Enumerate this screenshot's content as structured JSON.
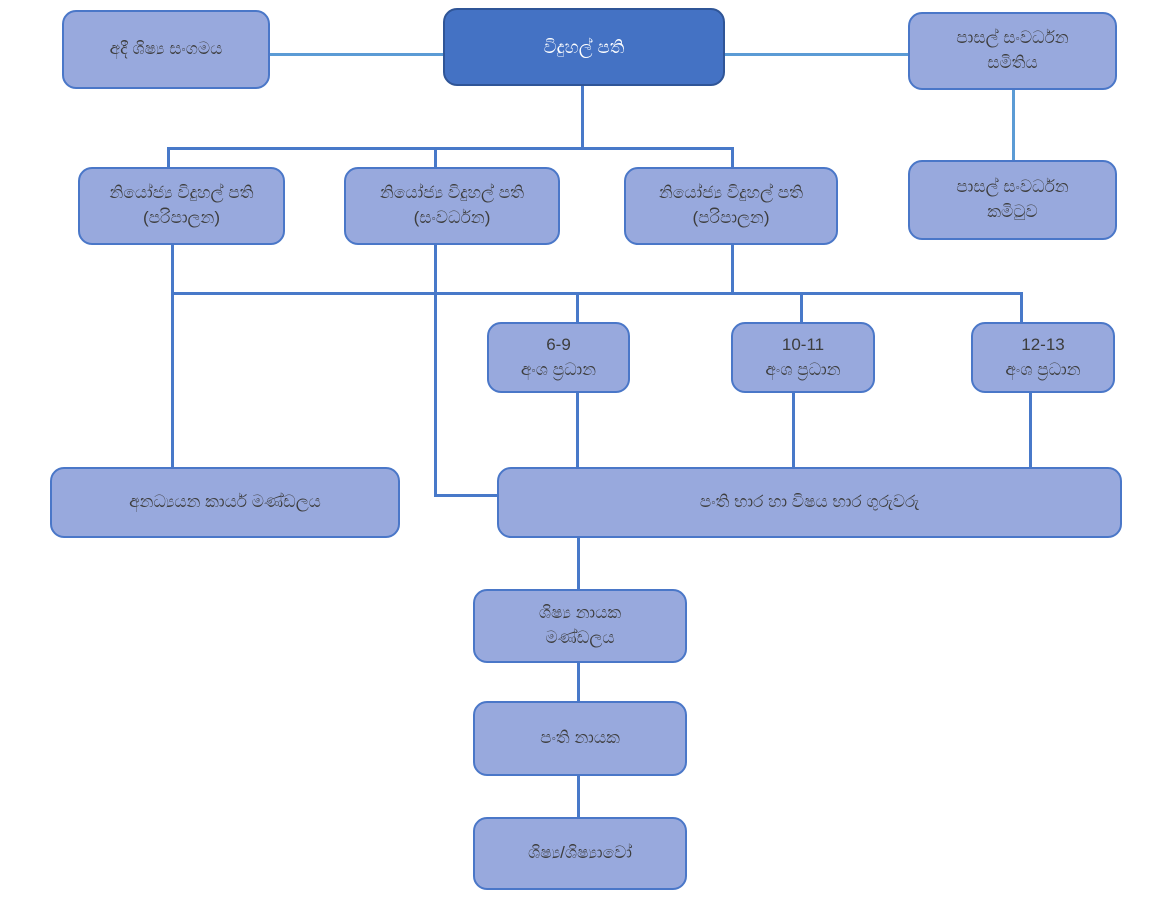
{
  "diagram": {
    "type": "org-chart",
    "language": "Sinhala",
    "colors": {
      "root_fill": "#4472C4",
      "root_border": "#2F5597",
      "node_fill": "#98A9DD",
      "node_border": "#4A77C8",
      "connector": "#4879C9",
      "connector_light": "#5B9BD5",
      "text_dark": "#3D3D3D",
      "text_light": "#FFFFFF",
      "background": "#FFFFFF"
    },
    "nodes": {
      "principal": {
        "line1": "විදුහල් පති"
      },
      "alumni_association": {
        "line1": "අදී ශිෂ්‍ය සංගමය"
      },
      "school_dev_society": {
        "line1": "පාසල් සංවර්ධන",
        "line2": "සමිතිය"
      },
      "school_dev_committee": {
        "line1": "පාසල් සංවර්ධන",
        "line2": "කමිටුව"
      },
      "deputy_principal_admin_1": {
        "line1": "නියෝජ්‍ය විදුහල් පති",
        "line2": "(පරිපාලන)"
      },
      "deputy_principal_development": {
        "line1": "නියෝජ්‍ය විදුහල් පති",
        "line2": "(සංවර්ධන)"
      },
      "deputy_principal_admin_2": {
        "line1": "නියෝජ්‍ය විදුහල් පති",
        "line2": "(පරිපාලන)"
      },
      "section_head_6_9": {
        "line1": "6-9",
        "line2": "අංශ ප්‍රධාන"
      },
      "section_head_10_11": {
        "line1": "10-11",
        "line2": "අංශ ප්‍රධාන"
      },
      "section_head_12_13": {
        "line1": "12-13",
        "line2": "අංශ ප්‍රධාන"
      },
      "non_academic_staff": {
        "line1": "අනධ්‍යයන කාර්ය මණ්ඩලය"
      },
      "class_and_subject_teachers": {
        "line1": "පංති භාර හා විෂය භාර ගුරුවරු"
      },
      "prefect_board": {
        "line1": "ශිෂ්‍ය නායක",
        "line2": "මණ්ඩලය"
      },
      "class_monitors": {
        "line1": "පංති නායක"
      },
      "students": {
        "line1": "ශිෂ්‍ය/ශිෂ්‍යාවෝ"
      }
    },
    "edges": [
      {
        "from": "principal",
        "to": "alumni_association"
      },
      {
        "from": "principal",
        "to": "school_dev_society"
      },
      {
        "from": "school_dev_society",
        "to": "school_dev_committee"
      },
      {
        "from": "principal",
        "to": "deputy_principal_admin_1"
      },
      {
        "from": "principal",
        "to": "deputy_principal_development"
      },
      {
        "from": "principal",
        "to": "deputy_principal_admin_2"
      },
      {
        "from": "deputy_principal_admin_1",
        "to": "non_academic_staff"
      },
      {
        "from": "deputy_principal_development",
        "to": "class_and_subject_teachers"
      },
      {
        "from": "deputy_principal_admin_2",
        "to": "section_head_6_9"
      },
      {
        "from": "deputy_principal_admin_2",
        "to": "section_head_10_11"
      },
      {
        "from": "deputy_principal_admin_2",
        "to": "section_head_12_13"
      },
      {
        "from": "section_head_6_9",
        "to": "class_and_subject_teachers"
      },
      {
        "from": "section_head_10_11",
        "to": "class_and_subject_teachers"
      },
      {
        "from": "section_head_12_13",
        "to": "class_and_subject_teachers"
      },
      {
        "from": "class_and_subject_teachers",
        "to": "prefect_board"
      },
      {
        "from": "prefect_board",
        "to": "class_monitors"
      },
      {
        "from": "class_monitors",
        "to": "students"
      }
    ]
  }
}
